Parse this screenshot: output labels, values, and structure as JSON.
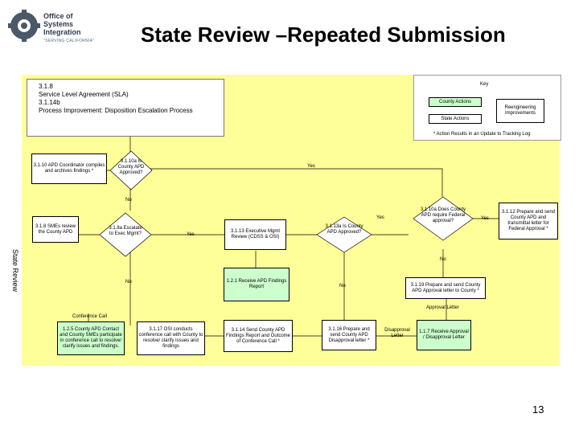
{
  "header": {
    "logo_line1": "Office of",
    "logo_line2": "Systems",
    "logo_line3": "Integration",
    "logo_tagline": "\"SERVING CALIFORNIA\"",
    "title": "State Review –Repeated Submission"
  },
  "reference": {
    "line1": "3.1.8",
    "line2": "Service Level Agreement (SLA)",
    "line3": "3.1.14b",
    "line4": "Process Improvement: Disposition Escalation Process"
  },
  "key": {
    "title": "Key",
    "county": "County Actions",
    "state": "State Actions",
    "reengineering": "Reengineering Improvements",
    "note": "* Action Results in an Update to Tracking Log"
  },
  "side_label": "State Review",
  "boxes": {
    "b3110": "3.1.10 APD Coordinator compiles and archives findings *",
    "b318": "3.1.8 SMEs review the County APD",
    "b3113": "3.1.13 Executive Mgmt Review (CDSS & OSI)",
    "b121": "1.2.1 Receive APD Findings Report",
    "b3112": "3.1.12 Prepare and send County APD and transmittal letter for Federal Approval *",
    "b3119": "3.1.19 Prepare and send County APD Approval letter to County *",
    "b125": "1.2.5 County APD Contact and County SMEs participate in conference call to resolve/ clarify issues and findings.",
    "b3117": "3.1.17 OSI conducts conference call with County to resolve/ clarify issues and findings",
    "b3114": "3.1.14 Send County APD Findings Report and Outcome of Conference Call *",
    "b3116": "3.1.16 Prepare and send County APD Disapproval letter *",
    "b117": "1.1.7 Receive Approval / Disapproval Letter"
  },
  "decisions": {
    "d3110a": "3.1.10a Is County APD Approved?",
    "d318a": "3.1.8a Escalate to Exec Mgmt?",
    "d3113a": "3.1.13a Is County APD Approved?",
    "d3110b": "3.1.10a Does County APD require Federal approval?"
  },
  "labels": {
    "yes1": "Yes",
    "no1": "No",
    "yes2": "Yes",
    "yes3": "Yes",
    "yes4": "Yes",
    "no2": "No",
    "no3": "No",
    "no4": "No",
    "conf_call": "Conference Call",
    "approval_letter": "Approval Letter",
    "disapproval_letter": "Disapproval Letter"
  },
  "page_number": "13"
}
